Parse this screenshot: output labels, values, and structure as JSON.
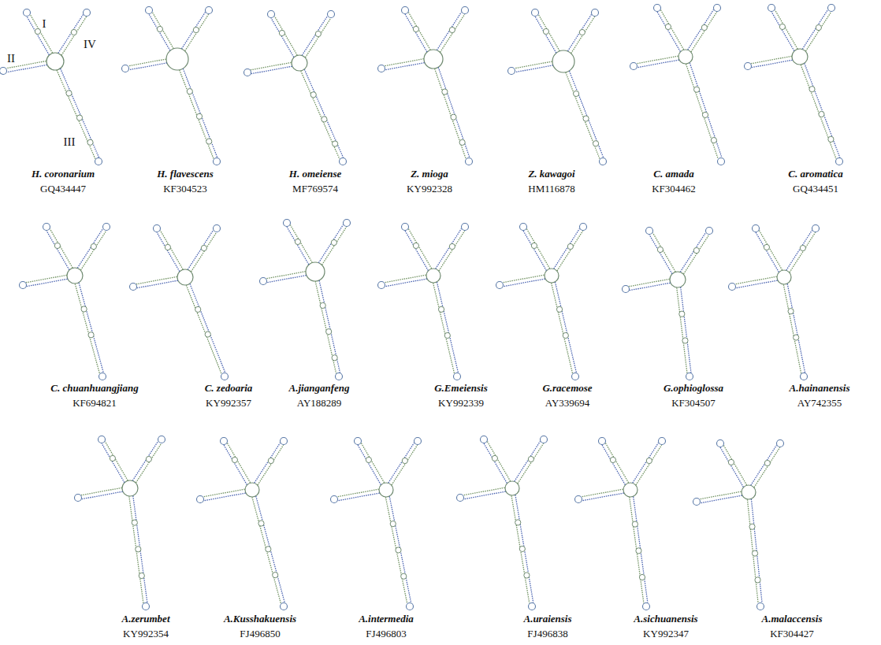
{
  "diagram": {
    "labels": [
      "I",
      "II",
      "IV",
      "III",
      "H. coronarium",
      "GQ434447",
      "H. flavescens",
      "KF304523",
      "H. omeiense",
      "MF769574",
      "Z. mioga",
      "KY992328",
      "Z. kawagoi",
      "HM116878",
      "C. amada",
      "KF304462",
      "C. aromatica",
      "GQ434451",
      "C. chuanhuangjiang",
      "KF694821",
      "C. zedoaria",
      "KY992357",
      "A.jianganfeng",
      "AY188289",
      "G.Emeiensis",
      "KY992339",
      "G.racemose",
      "AY339694",
      "G.ophioglossa",
      "KF304507",
      "A.hainanensis",
      "AY742355",
      "A.zerumbet",
      "KY992354",
      "A.Kusshakuensis",
      "FJ496850",
      "A.intermedia",
      "FJ496803",
      "A.uraiensis",
      "FJ496838",
      "A.sichuanensis",
      "KY992347",
      "A.malaccensis",
      "KF304427"
    ]
  }
}
